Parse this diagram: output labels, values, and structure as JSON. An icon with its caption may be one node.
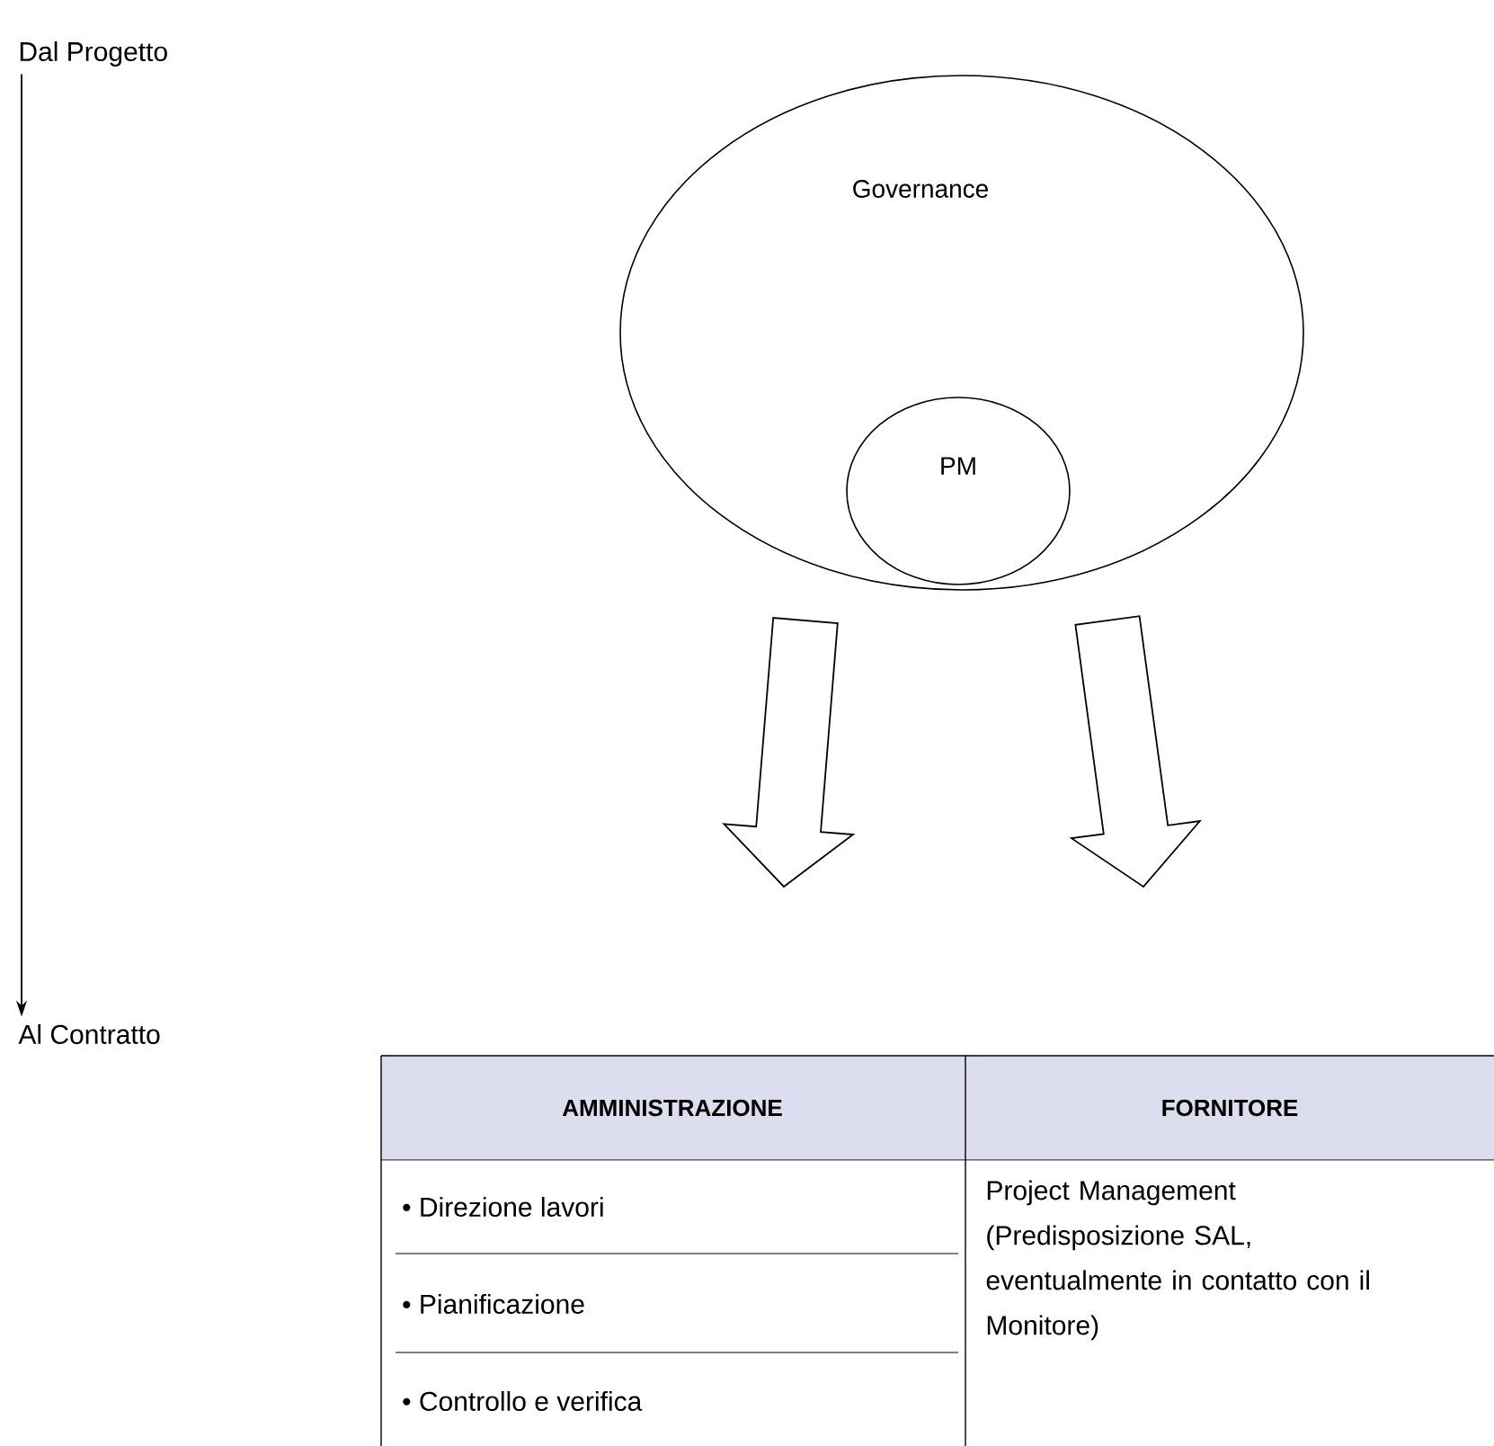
{
  "diagram": {
    "nodes": [
      {
        "text": [
          "Dal Progetto"
        ]
      },
      {
        "text": [
          "Al Contratto"
        ]
      },
      {
        "text": [
          "Governance"
        ]
      },
      {
        "text": [
          "PM"
        ],
        "in": 2
      }
    ],
    "edges": [
      {
        "from": 0,
        "to": 1,
        "arrow": "to"
      },
      {
        "from": 2,
        "to": null,
        "arrow": "to"
      },
      {
        "from": 2,
        "to": null,
        "arrow": "to"
      }
    ],
    "labels": [
      "AMMINISTRAZIONE",
      "FORNITORE",
      "• Direzione lavori",
      "Project Management (Predisposizione SAL, eventualmente in contatto con il Monitore)",
      "• Pianificazione",
      "• Controllo e verifica"
    ]
  }
}
